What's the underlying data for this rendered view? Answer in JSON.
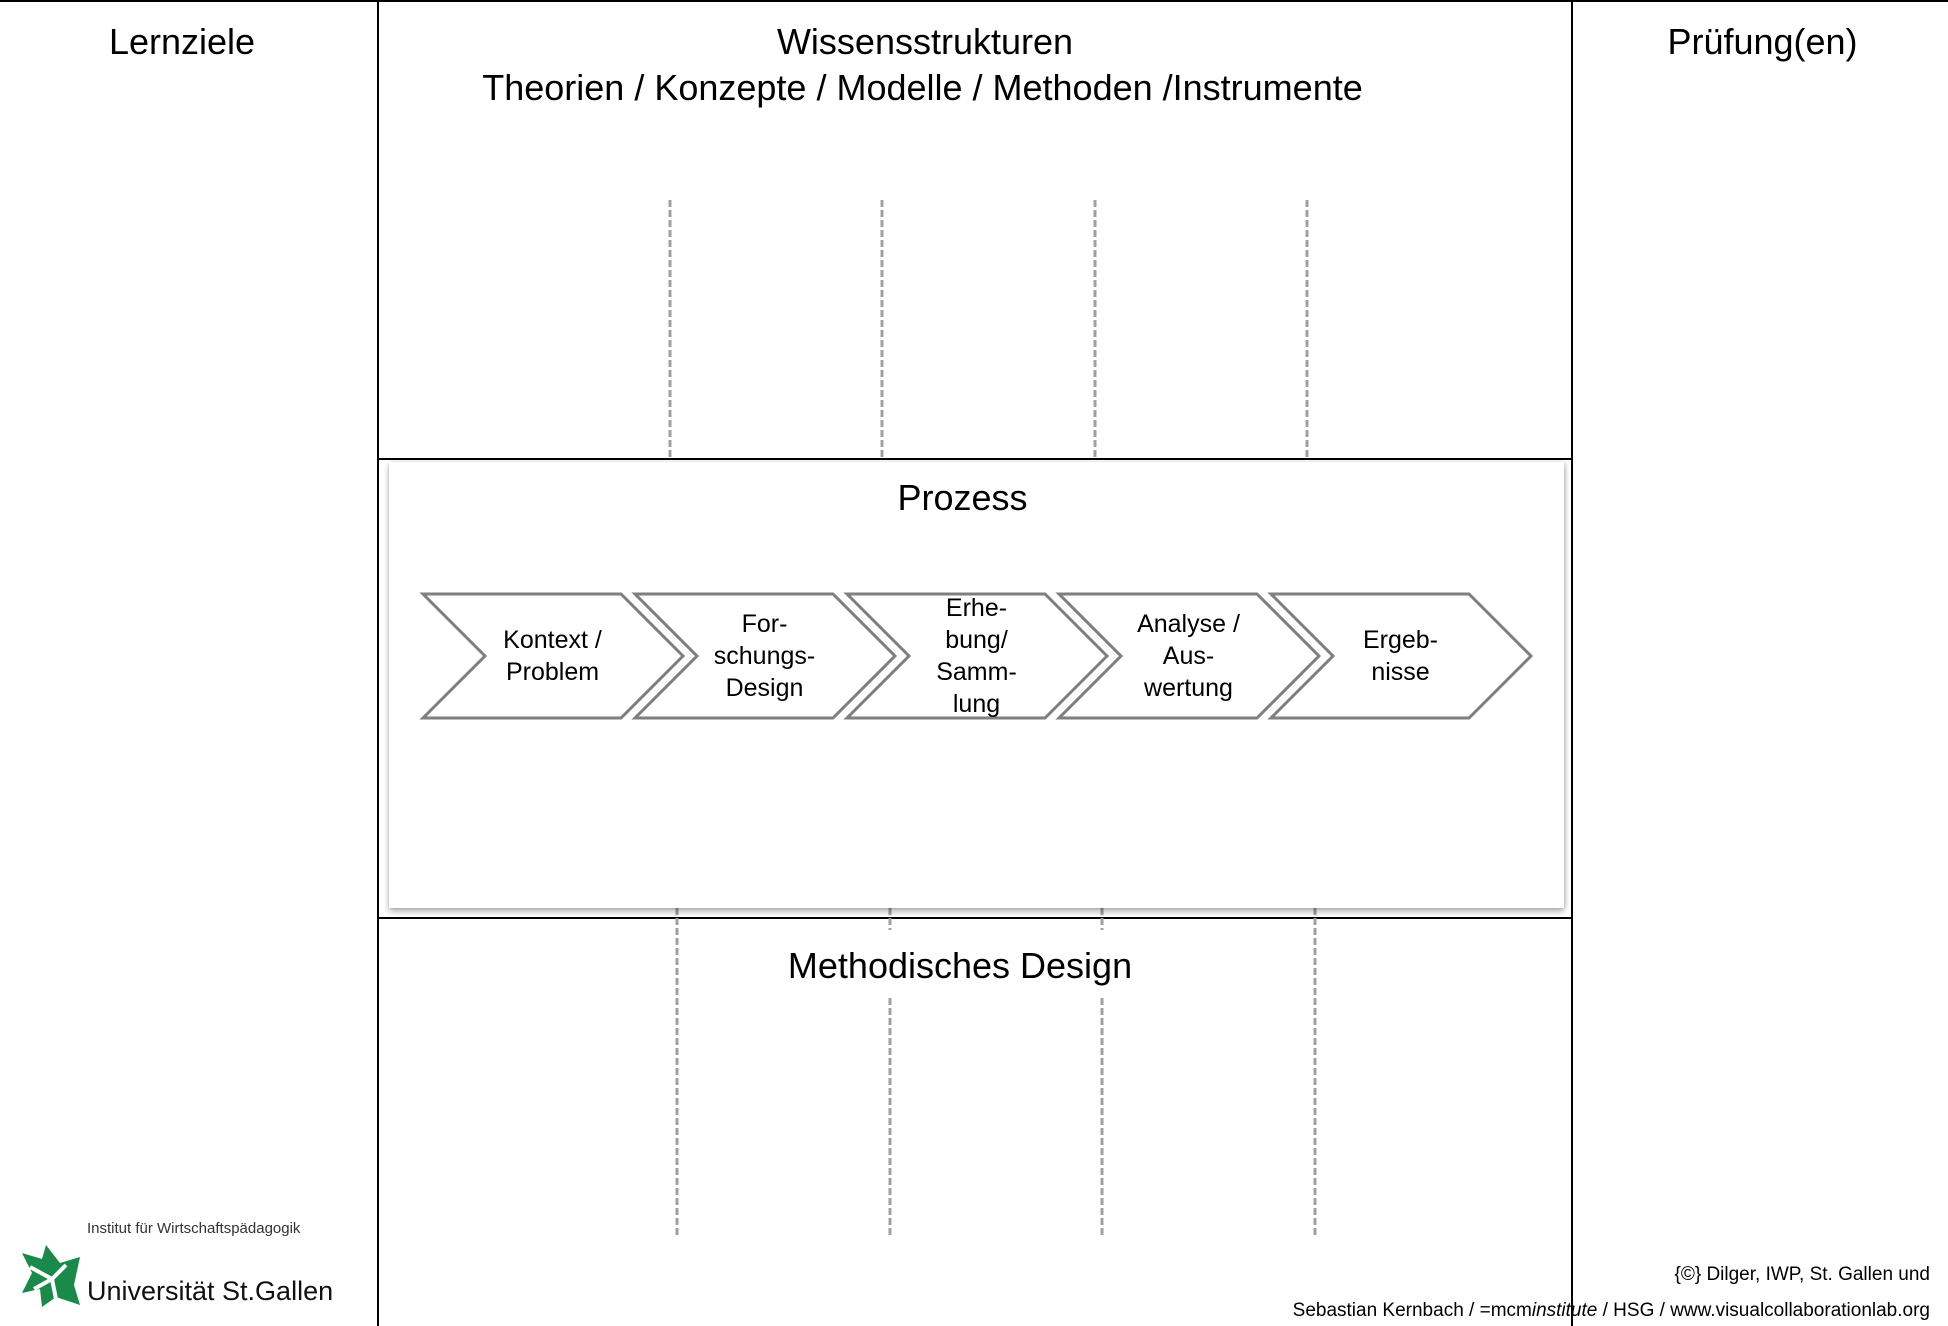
{
  "columns": {
    "left_title": "Lernziele",
    "center_title": "Wissensstrukturen",
    "center_subtitle": "Theorien / Konzepte / Modelle / Methoden /Instrumente",
    "right_title": "Prüfung(en)"
  },
  "process": {
    "title": "Prozess",
    "steps": [
      "Kontext /\nProblem",
      "For-\nschungs-\nDesign",
      "Erhe-\nbung/\nSamm-\nlung",
      "Analyse /\nAus-\nwertung",
      "Ergeb-\nnisse"
    ]
  },
  "method": {
    "title": "Methodisches Design"
  },
  "logo": {
    "institute": "Institut für Wirtschaftspädagogik",
    "university": "Universität St.Gallen",
    "brand_color": "#1a8a4a"
  },
  "credits": {
    "line1": "{©} Dilger, IWP, St. Gallen und",
    "line2_prefix": "Sebastian Kernbach /  =mcm",
    "line2_italic": "institute",
    "line2_suffix": " / HSG / www.visualcollaborationlab.org"
  },
  "colors": {
    "chevron_stroke": "#7f7f7f",
    "dash_color": "#a0a0a0"
  }
}
